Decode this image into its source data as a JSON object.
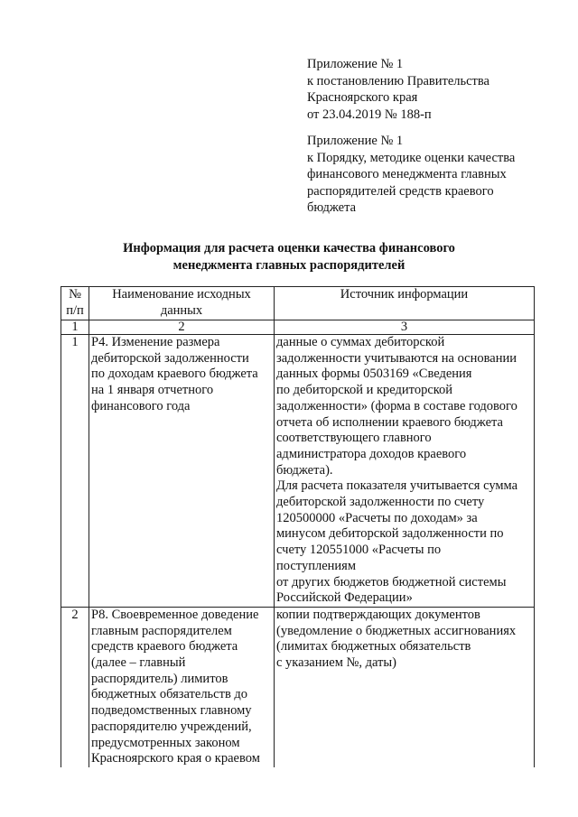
{
  "annex1": {
    "lines": [
      "Приложение № 1",
      "к постановлению Правительства",
      "Красноярского края",
      "от 23.04.2019 № 188-п"
    ]
  },
  "annex2": {
    "lines": [
      "Приложение № 1",
      "к Порядку, методике оценки качества",
      "финансового менеджмента главных",
      "распорядителей средств краевого",
      "бюджета"
    ]
  },
  "title": {
    "lines": [
      "Информация для расчета оценки качества финансового",
      "менеджмента главных распорядителей"
    ]
  },
  "table": {
    "headers": {
      "num": [
        "№",
        "п/п"
      ],
      "name": [
        "Наименование исходных",
        "данных"
      ],
      "source": "Источник информации"
    },
    "col_index": [
      "1",
      "2",
      "3"
    ],
    "rows": [
      {
        "num": "1",
        "name": [
          "Р4. Изменение размера",
          "дебиторской задолженности",
          "по доходам краевого бюджета",
          "на 1 января отчетного",
          "финансового года"
        ],
        "source": [
          "данные о суммах дебиторской",
          "задолженности учитываются на основании",
          "данных формы 0503169 «Сведения",
          "по дебиторской и кредиторской",
          "задолженности» (форма в составе годового",
          "отчета об исполнении краевого бюджета",
          "соответствующего главного",
          "администратора доходов краевого",
          "бюджета).",
          "Для расчета показателя учитывается сумма",
          "дебиторской задолженности по счету",
          "120500000 «Расчеты по доходам» за",
          "минусом дебиторской задолженности по",
          "счету 120551000 «Расчеты по",
          "поступлениям",
          "от других бюджетов бюджетной системы",
          "Российской Федерации»"
        ]
      },
      {
        "num": "2",
        "name": [
          "Р8. Своевременное доведение",
          "главным распорядителем",
          "средств краевого бюджета",
          "(далее – главный",
          "распорядитель) лимитов",
          "бюджетных обязательств до",
          "подведомственных главному",
          "распорядителю учреждений,",
          "предусмотренных законом",
          "Красноярского края о краевом"
        ],
        "source": [
          "копии подтверждающих документов",
          "(уведомление о бюджетных ассигнованиях",
          "(лимитах бюджетных обязательств",
          "с указанием №, даты)"
        ]
      }
    ]
  }
}
